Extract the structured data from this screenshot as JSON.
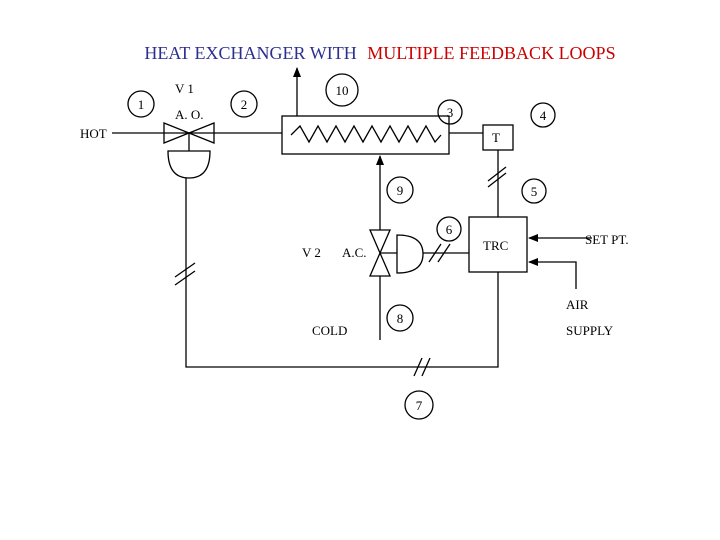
{
  "title": {
    "part1": "HEAT EXCHANGER WITH",
    "part2": "MULTIPLE FEEDBACK LOOPS",
    "color1": "#2b2f8f",
    "color2": "#cc0000"
  },
  "labels": {
    "hot": "HOT",
    "cold": "COLD",
    "v1": "V 1",
    "ao": "A. O.",
    "v2": "V 2",
    "ac": "A.C.",
    "t": "T",
    "trc": "TRC",
    "set_pt": "SET PT.",
    "air": "AIR",
    "supply": "SUPPLY"
  },
  "streams": {
    "s1": "1",
    "s2": "2",
    "s3": "3",
    "s4": "4",
    "s5": "5",
    "s6": "6",
    "s7": "7",
    "s8": "8",
    "s9": "9",
    "s10": "10"
  }
}
